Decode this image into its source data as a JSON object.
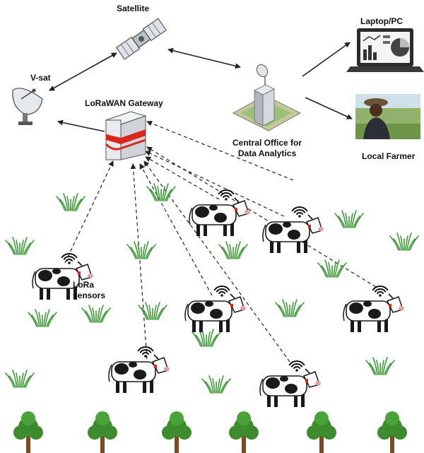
{
  "labels": {
    "satellite": "Satellite",
    "vsat": "V-sat",
    "gateway": "LoRaWAN Gateway",
    "laptop": "Laptop/PC",
    "central_office_line1": "Central Office for",
    "central_office_line2": "Data Analytics",
    "farmer": "Local Farmer",
    "sensors_line1": "LoRa",
    "sensors_line2": "sensors"
  },
  "icons": {
    "satellite": "satellite-icon",
    "vsat": "satellite-dish-icon",
    "gateway": "server-icon",
    "office": "office-building-icon",
    "laptop": "laptop-icon",
    "farmer": "farmer-photo-icon",
    "cow": "cow-icon",
    "wifi": "wifi-signal-icon",
    "grass": "grass-icon",
    "tree": "tree-icon"
  },
  "colors": {
    "text": "#111111",
    "cow_black": "#1a1a1a",
    "grass": "#3f9a3a",
    "tree": "#3c8c2e",
    "trunk": "#7a4b25",
    "gateway_band": "#d9261c",
    "line": "#222222"
  }
}
